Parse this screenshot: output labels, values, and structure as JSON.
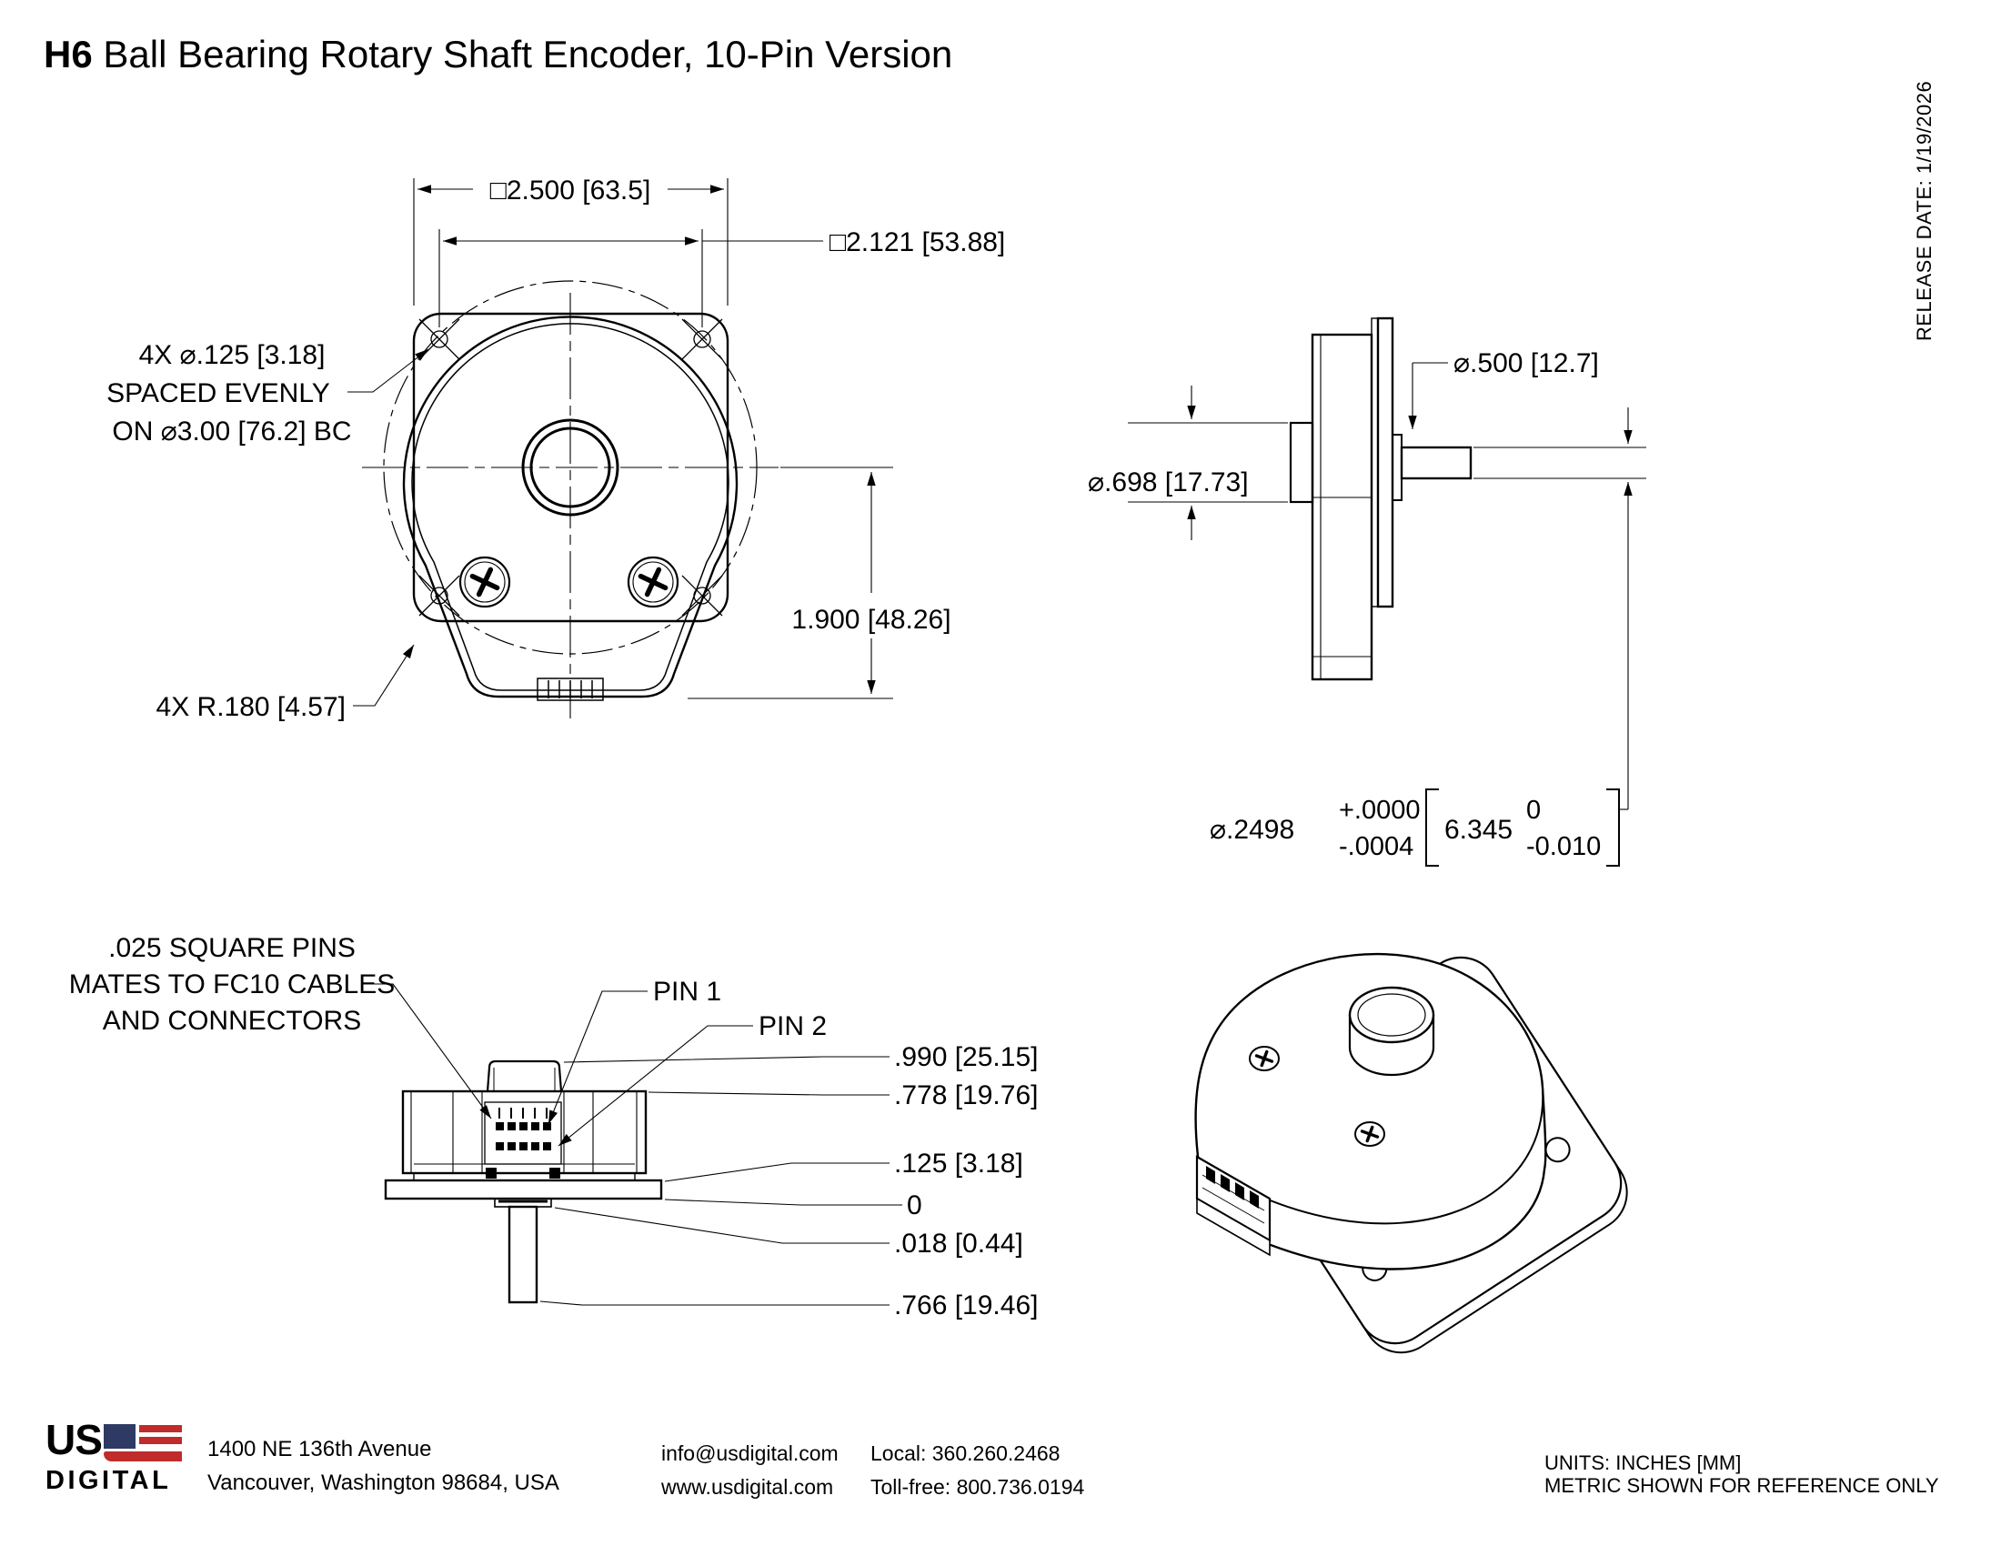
{
  "title": {
    "model": "H6",
    "rest": " Ball Bearing Rotary Shaft Encoder, 10-Pin Version"
  },
  "release_date": "RELEASE DATE: 1/19/2026",
  "front_view": {
    "dim_square_outer": "□2.500 [63.5]",
    "dim_square_bolt": "□2.121 [53.88]",
    "note_holes_line1": "4X ⌀.125 [3.18]",
    "note_holes_line2": "SPACED EVENLY",
    "note_holes_line3": "ON ⌀3.00 [76.2] BC",
    "note_radius": "4X R.180 [4.57]",
    "dim_height": "1.900 [48.26]"
  },
  "side_view": {
    "dim_boss_dia": "⌀.500 [12.7]",
    "dim_hub_dia": "⌀.698 [17.73]",
    "shaft_callout": {
      "dia": "⌀.2498",
      "tol_plus": "+.0000",
      "tol_minus": "-.0004",
      "mm": "6.345",
      "mm_tol_plus": "0",
      "mm_tol_minus": "-0.010"
    }
  },
  "bottom_view": {
    "note_pins_line1": ".025 SQUARE PINS",
    "note_pins_line2": "MATES TO FC10 CABLES",
    "note_pins_line3": "AND CONNECTORS",
    "label_pin1": "PIN 1",
    "label_pin2": "PIN 2",
    "dim_shroud": ".990 [25.15]",
    "dim_body": ".778 [19.76]",
    "dim_plate": ".125 [3.18]",
    "dim_datum": "0",
    "dim_hub": ".018 [0.44]",
    "dim_shaft": ".766 [19.46]"
  },
  "footer": {
    "logo_line1": "US",
    "logo_line2": "DIGITAL",
    "address_line1": "1400 NE 136th Avenue",
    "address_line2": "Vancouver, Washington 98684, USA",
    "email": "info@usdigital.com",
    "website": "www.usdigital.com",
    "phone_local": "Local: 360.260.2468",
    "phone_tollfree": "Toll-free: 800.736.0194",
    "units_line1": "UNITS: INCHES [MM]",
    "units_line2": "METRIC SHOWN FOR REFERENCE ONLY"
  },
  "colors": {
    "line": "#000000",
    "background": "#ffffff",
    "flag_navy": "#2e3a64",
    "flag_red": "#c02b2b"
  }
}
